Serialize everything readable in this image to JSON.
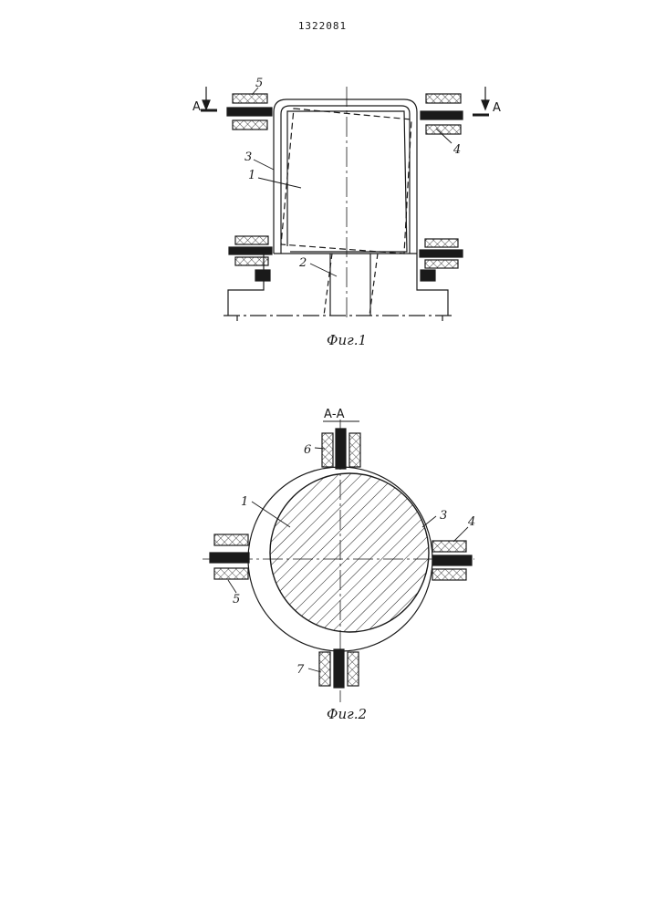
{
  "patent_number": "1322081",
  "fig1": {
    "caption": "Фиг.1",
    "section_mark_left": "A",
    "section_mark_right": "A",
    "labels": {
      "rotor": "1",
      "shaft": "2",
      "housing": "3",
      "bearing_right": "4",
      "bearing_left": "5"
    }
  },
  "fig2": {
    "caption": "Фиг.2",
    "section_title": "А-А",
    "labels": {
      "rotor": "1",
      "housing": "3",
      "bearing_right": "4",
      "bearing_left": "5",
      "bearing_top": "6",
      "bearing_bottom": "7"
    }
  },
  "colors": {
    "ink": "#1a1a1a",
    "paper": "#ffffff"
  }
}
